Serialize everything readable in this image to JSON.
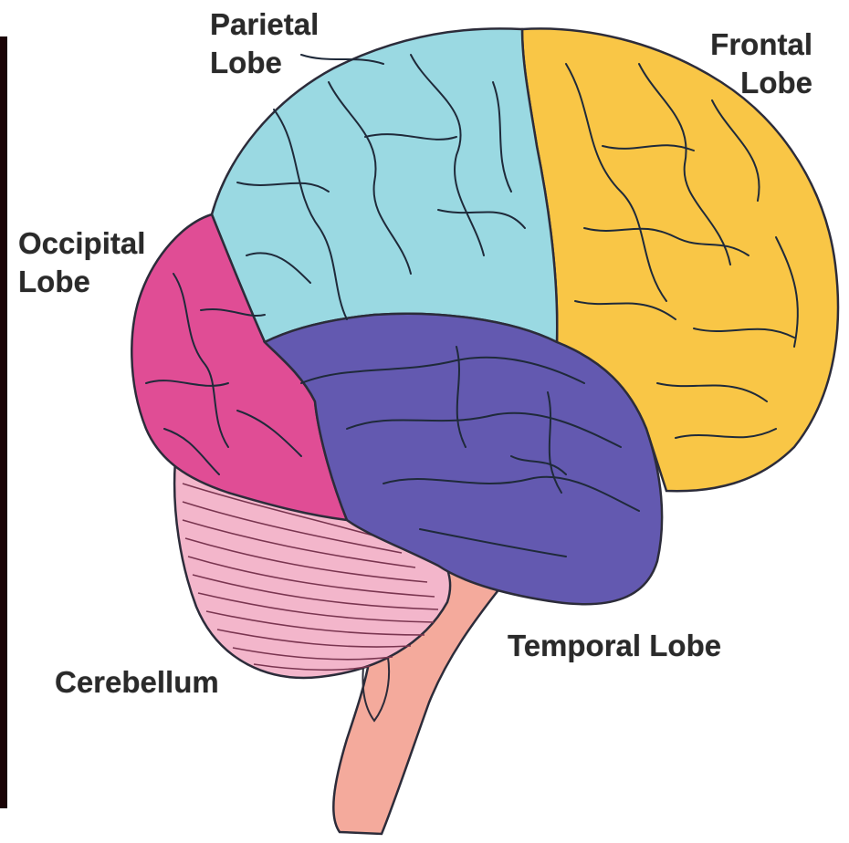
{
  "labels": {
    "parietal": [
      "Parietal",
      "Lobe"
    ],
    "frontal": [
      "Frontal",
      "Lobe"
    ],
    "occipital": [
      "Occipital",
      "Lobe"
    ],
    "temporal": "Temporal Lobe",
    "cerebellum": "Cerebellum"
  },
  "colors": {
    "parietal": "#9ad9e2",
    "frontal": "#f9c646",
    "occipital": "#e04d95",
    "temporal": "#6359b0",
    "cerebellum": "#f3b6cb",
    "brainstem": "#f4aa9c",
    "outline": "#2c2c3a",
    "left_bar": "#1a0406"
  }
}
